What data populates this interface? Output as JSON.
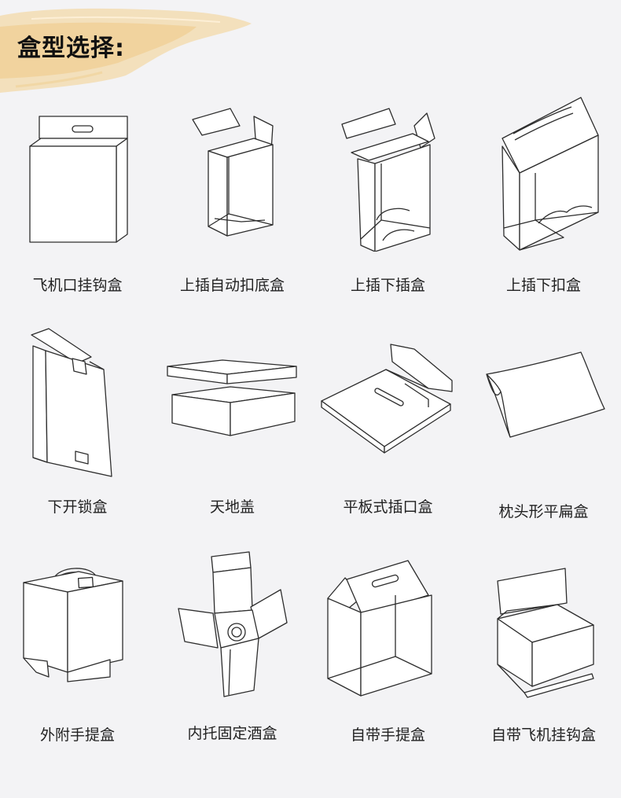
{
  "page": {
    "title": "盒型选择:"
  },
  "boxes": [
    {
      "label": "飞机口挂钩盒",
      "icon": "airplane-hang-hole-box-icon"
    },
    {
      "label": "上插自动扣底盒",
      "icon": "top-tuck-auto-lock-bottom-box-icon"
    },
    {
      "label": "上插下插盒",
      "icon": "tuck-top-tuck-bottom-box-icon"
    },
    {
      "label": "上插下扣盒",
      "icon": "tuck-top-snap-bottom-box-icon"
    },
    {
      "label": "下开锁盒",
      "icon": "bottom-lock-box-icon"
    },
    {
      "label": "天地盖",
      "icon": "lid-and-base-box-icon"
    },
    {
      "label": "平板式插口盒",
      "icon": "flat-tuck-mailer-box-icon"
    },
    {
      "label": "枕头形平扁盒",
      "icon": "pillow-box-icon"
    },
    {
      "label": "外附手提盒",
      "icon": "external-handle-box-icon"
    },
    {
      "label": "内托固定酒盒",
      "icon": "wine-box-with-insert-icon"
    },
    {
      "label": "自带手提盒",
      "icon": "built-in-handle-box-icon"
    },
    {
      "label": "自带飞机挂钩盒",
      "icon": "built-in-hang-tab-box-icon"
    }
  ]
}
